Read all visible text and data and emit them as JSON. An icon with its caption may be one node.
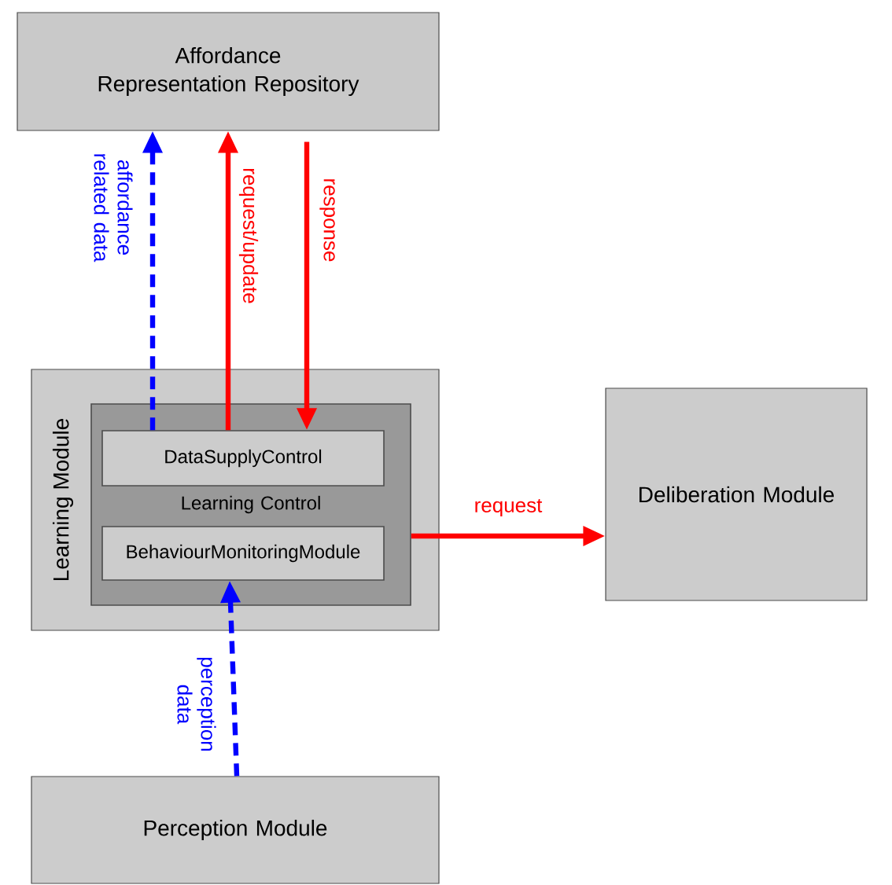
{
  "diagram": {
    "nodes": [
      {
        "text": [
          "Affordance Representation Repository"
        ]
      },
      {
        "text": [
          "Learning Module"
        ]
      },
      {
        "text": [
          "Learning Control"
        ],
        "in": 1
      },
      {
        "text": [
          "DataSupplyControl"
        ],
        "in": 2
      },
      {
        "text": [
          "BehaviourMonitoringModule"
        ],
        "in": 2
      },
      {
        "text": [
          "Deliberation Module"
        ]
      },
      {
        "text": [
          "Perception Module"
        ]
      }
    ],
    "edges": [
      {
        "from": 3,
        "to": 0,
        "arrow": "to",
        "label": "affordance related data",
        "style": "dashed",
        "color": "#0000ff"
      },
      {
        "from": 3,
        "to": 0,
        "arrow": "to",
        "label": "request/update"
      },
      {
        "from": 0,
        "to": 3,
        "arrow": "to",
        "label": "response"
      },
      {
        "from": 2,
        "to": 5,
        "arrow": "to",
        "label": "request"
      },
      {
        "from": 6,
        "to": 4,
        "arrow": "to",
        "label": "perception data",
        "style": "dashed",
        "color": "#0000ff"
      }
    ]
  }
}
